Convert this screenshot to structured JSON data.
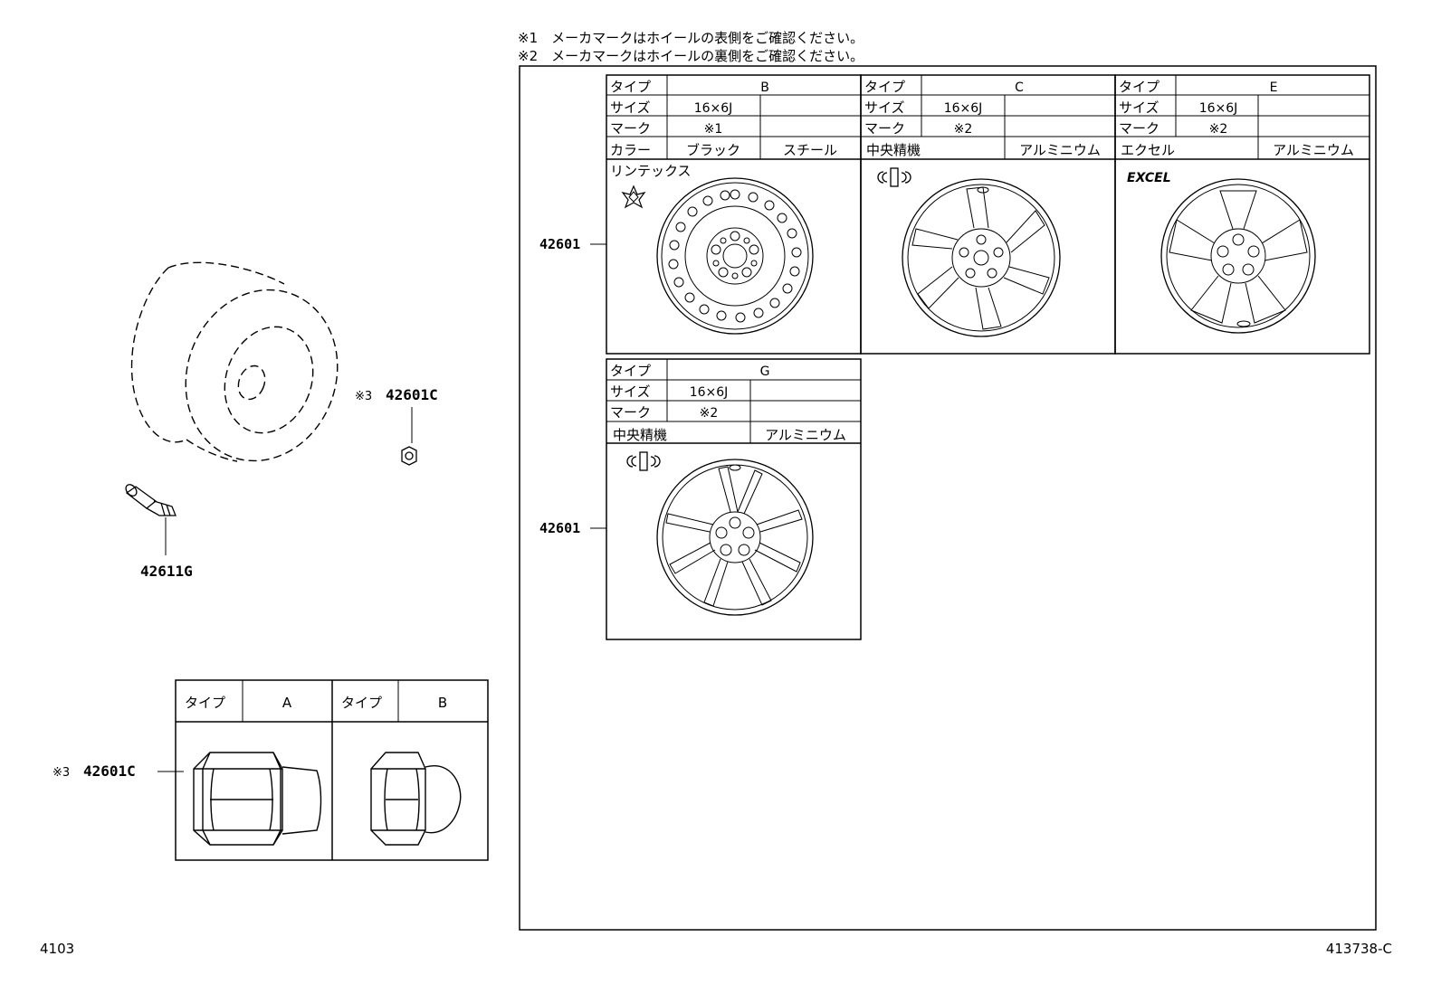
{
  "notes": {
    "note1": "※1　メーカマークはホイールの表側をご確認ください。",
    "note2": "※2　メーカマークはホイールの裏側をご確認ください。"
  },
  "labels": {
    "hdr_type": "タイプ",
    "hdr_size": "サイズ",
    "hdr_mark": "マーク",
    "hdr_color": "カラー"
  },
  "callouts": {
    "wheel_row1": "42601",
    "wheel_row2": "42601",
    "nut_top_prefix": "※3",
    "nut_top": "42601C",
    "nut_bottom_prefix": "※3",
    "nut_bottom": "42601C",
    "valve": "42611G"
  },
  "wheels": [
    {
      "type": "B",
      "size": "16×6J",
      "mark": "※1",
      "color": "ブラック",
      "material": "スチール",
      "maker": "リンテックス"
    },
    {
      "type": "C",
      "size": "16×6J",
      "mark": "※2",
      "maker": "中央精機",
      "material": "アルミニウム"
    },
    {
      "type": "E",
      "size": "16×6J",
      "mark": "※2",
      "maker": "エクセル",
      "material": "アルミニウム"
    },
    {
      "type": "G",
      "size": "16×6J",
      "mark": "※2",
      "maker": "中央精機",
      "material": "アルミニウム"
    }
  ],
  "nuts": [
    {
      "label": "タイプ",
      "type": "A"
    },
    {
      "label": "タイプ",
      "type": "B"
    }
  ],
  "logos": {
    "excel": "EXCEL"
  },
  "footer": {
    "left": "4103",
    "right": "413738-C"
  }
}
